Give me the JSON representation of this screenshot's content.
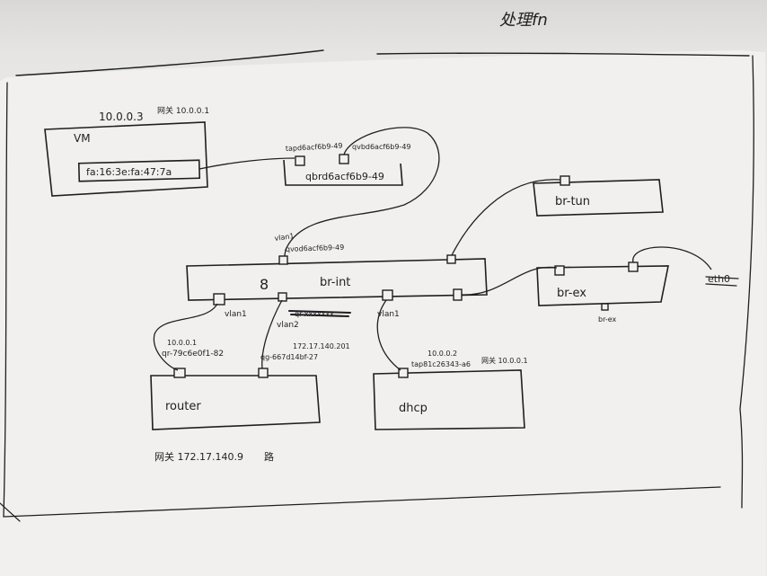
{
  "title": "处理fn",
  "vm": {
    "ip": "10.0.0.3",
    "gw": "网关 10.0.0.1",
    "name": "VM",
    "mac": "fa:16:3e:fa:47:7a"
  },
  "tap": {
    "label": "tapd6acf6b9-49"
  },
  "qvb": {
    "label": "qvbd6acf6b9-49"
  },
  "qbr": {
    "name": "qbrd6acf6b9-49"
  },
  "br_tun": {
    "name": "br-tun"
  },
  "br_int": {
    "name": "br-int",
    "qvo_label": "qvod6acf6b9-49",
    "vlan_top": "vlan1",
    "vlan_left": "vlan1",
    "vlan_mid": "vlan2",
    "vlan_right": "vlan1",
    "struck_label": "qr-xxxxxxx",
    "port_mark": "8"
  },
  "br_ex": {
    "name": "br-ex",
    "below_label": "br-ex"
  },
  "eth": {
    "label": "eth0"
  },
  "router": {
    "name": "router",
    "ip_left": "10.0.0.1",
    "qr_label": "qr-79c6e0f1-82",
    "ip_right": "172.17.140.201",
    "qg_label": "qg-667d14bf-27",
    "gw_note": "网关 172.17.140.9",
    "gw_suffix": "路"
  },
  "dhcp": {
    "name": "dhcp",
    "ip": "10.0.0.2",
    "tap_label": "tap81c26343-a6",
    "gw": "网关 10.0.0.1"
  }
}
